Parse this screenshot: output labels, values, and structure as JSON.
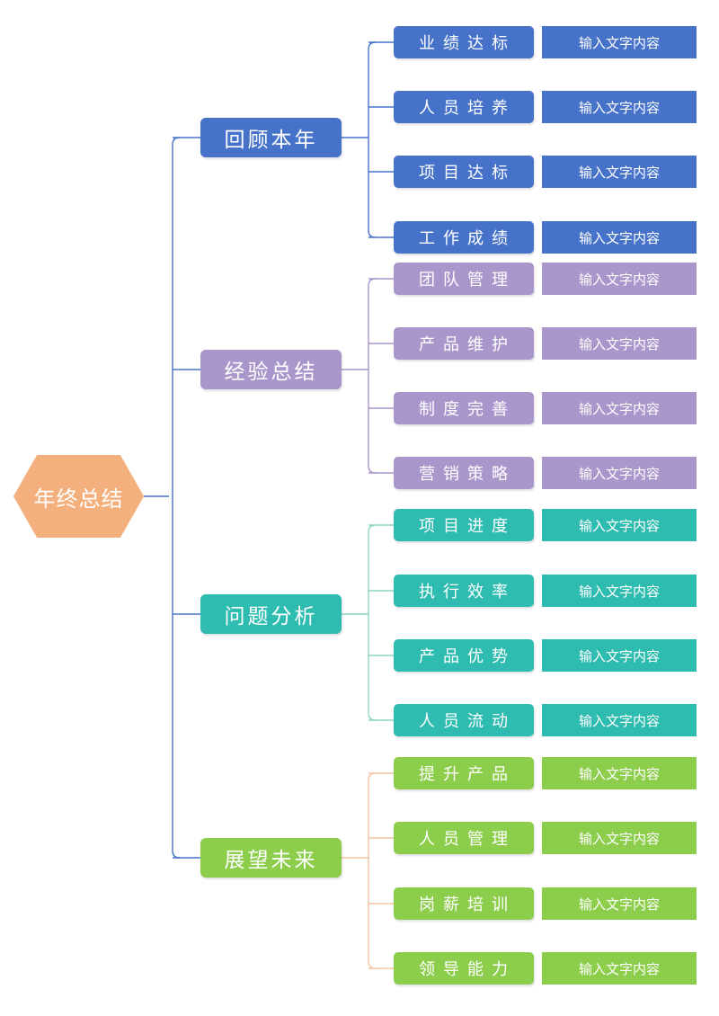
{
  "root": {
    "label": "年终总结",
    "color": "#f4b07c"
  },
  "branches": [
    {
      "label": "回顾本年",
      "color": "#4673c9",
      "line_color": "#4673c9",
      "items": [
        {
          "label": "业绩达标",
          "content": "输入文字内容"
        },
        {
          "label": "人员培养",
          "content": "输入文字内容"
        },
        {
          "label": "项目达标",
          "content": "输入文字内容"
        },
        {
          "label": "工作成绩",
          "content": "输入文字内容"
        }
      ]
    },
    {
      "label": "经验总结",
      "color": "#a996cb",
      "line_color": "#a996cb",
      "items": [
        {
          "label": "团队管理",
          "content": "输入文字内容"
        },
        {
          "label": "产品维护",
          "content": "输入文字内容"
        },
        {
          "label": "制度完善",
          "content": "输入文字内容"
        },
        {
          "label": "营销策略",
          "content": "输入文字内容"
        }
      ]
    },
    {
      "label": "问题分析",
      "color": "#2fbcb0",
      "line_color": "#8fd6b8",
      "items": [
        {
          "label": "项目进度",
          "content": "输入文字内容"
        },
        {
          "label": "执行效率",
          "content": "输入文字内容"
        },
        {
          "label": "产品优势",
          "content": "输入文字内容"
        },
        {
          "label": "人员流动",
          "content": "输入文字内容"
        }
      ]
    },
    {
      "label": "展望未来",
      "color": "#8cce4c",
      "line_color": "#f6c2a6",
      "items": [
        {
          "label": "提升产品",
          "content": "输入文字内容"
        },
        {
          "label": "人员管理",
          "content": "输入文字内容"
        },
        {
          "label": "岗薪培训",
          "content": "输入文字内容"
        },
        {
          "label": "领导能力",
          "content": "输入文字内容"
        }
      ]
    }
  ]
}
